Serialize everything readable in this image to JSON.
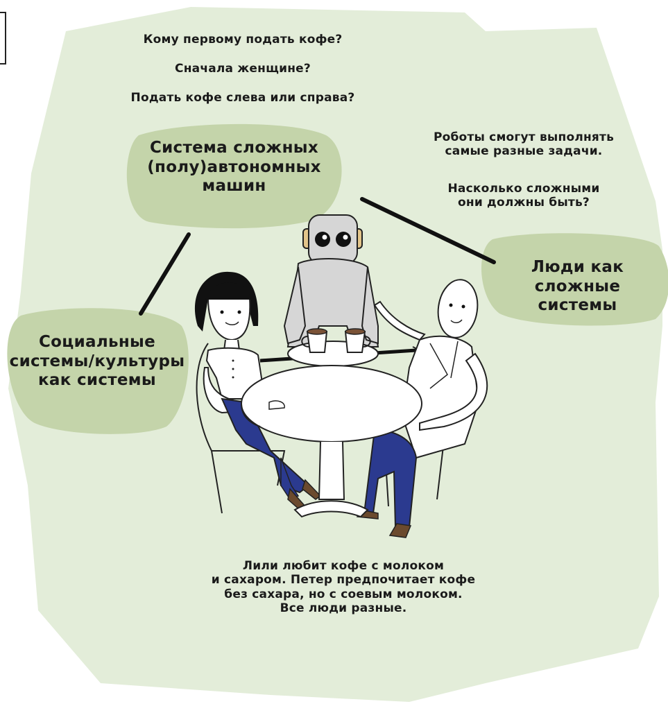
{
  "colors": {
    "background_blob": "#e3edd9",
    "bubble": "#c4d4aa",
    "ink": "#1a1a1a",
    "robot_body": "#d6d6d6",
    "trousers": "#2b3a8f",
    "shoes": "#6b4a2e",
    "hair": "#111111"
  },
  "questions_top": {
    "line1": "Кому первому подать кофе?",
    "line2": "Сначала женщине?",
    "line3": "Подать кофе слева или справа?"
  },
  "bubble_machines": {
    "text": "Система сложных\n(полу)автономных\nмашин"
  },
  "bubble_social": {
    "text": "Социальные\nсистемы/культуры\nкак системы"
  },
  "bubble_people": {
    "text": "Люди как сложные\nсистемы"
  },
  "robots_note": {
    "line1": "Роботы смогут выполнять\nсамые разные задачи.",
    "line2": "Насколько сложными\nони должны быть?"
  },
  "bottom_note": {
    "text": "Лили любит кофе с молоком\nи сахаром. Петер предпочитает кофе\nбез сахара, но с соевым молоком.\nВсе люди разные."
  },
  "icons": {
    "illustration": "robot-serving-coffee-illustration"
  }
}
